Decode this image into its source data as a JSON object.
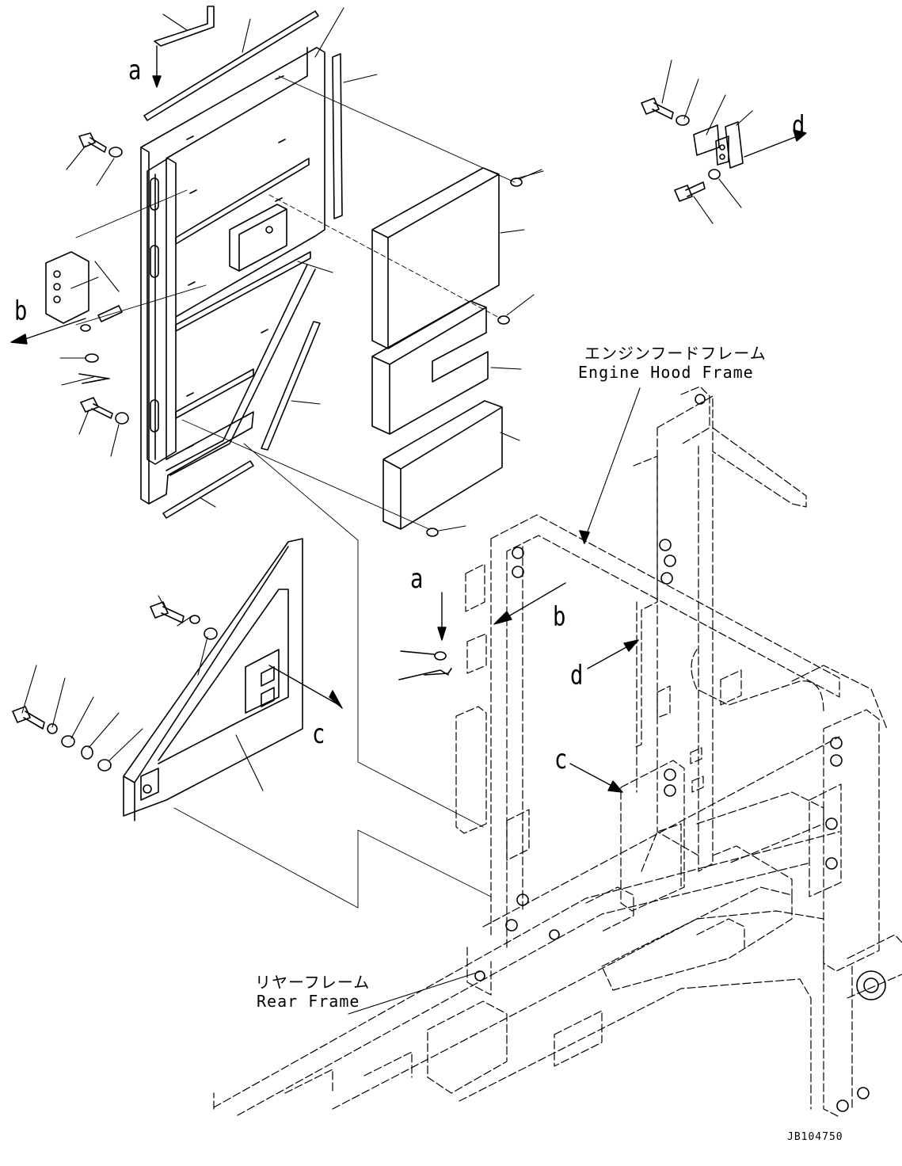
{
  "callouts": {
    "a_top": "a",
    "b_left": "b",
    "c_mid": "c",
    "d_top": "d",
    "a_frame": "a",
    "b_frame": "b",
    "d_frame": "d",
    "c_frame": "c"
  },
  "engine_hood_frame": {
    "jp": "エンジンフードフレーム",
    "en": "Engine Hood Frame"
  },
  "rear_frame": {
    "jp": "リヤーフレーム",
    "en": "Rear Frame"
  },
  "figure_code": "JB104750",
  "colors": {
    "ink": "#000000",
    "paper": "#ffffff"
  }
}
